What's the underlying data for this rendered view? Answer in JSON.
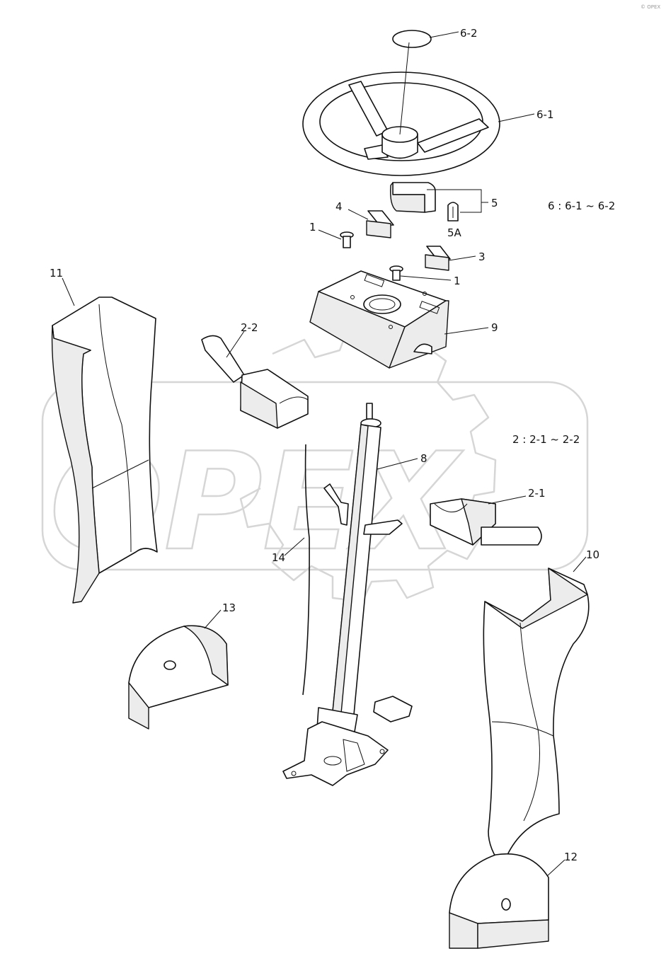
{
  "diagram": {
    "watermark": "OPEX",
    "corner_mark": "© OPEX",
    "callouts": {
      "p6_2": "6-2",
      "p6_1": "6-1",
      "p5": "5",
      "p5a": "5A",
      "p4": "4",
      "p1a": "1",
      "p1b": "1",
      "p3": "3",
      "p9": "9",
      "p11": "11",
      "p2_2": "2-2",
      "p8": "8",
      "p2_1": "2-1",
      "p14": "14",
      "p10": "10",
      "p13": "13",
      "p12": "12"
    },
    "notes": {
      "set6": "6 : 6-1 ~ 6-2",
      "set2": "2 : 2-1 ~ 2-2"
    }
  }
}
